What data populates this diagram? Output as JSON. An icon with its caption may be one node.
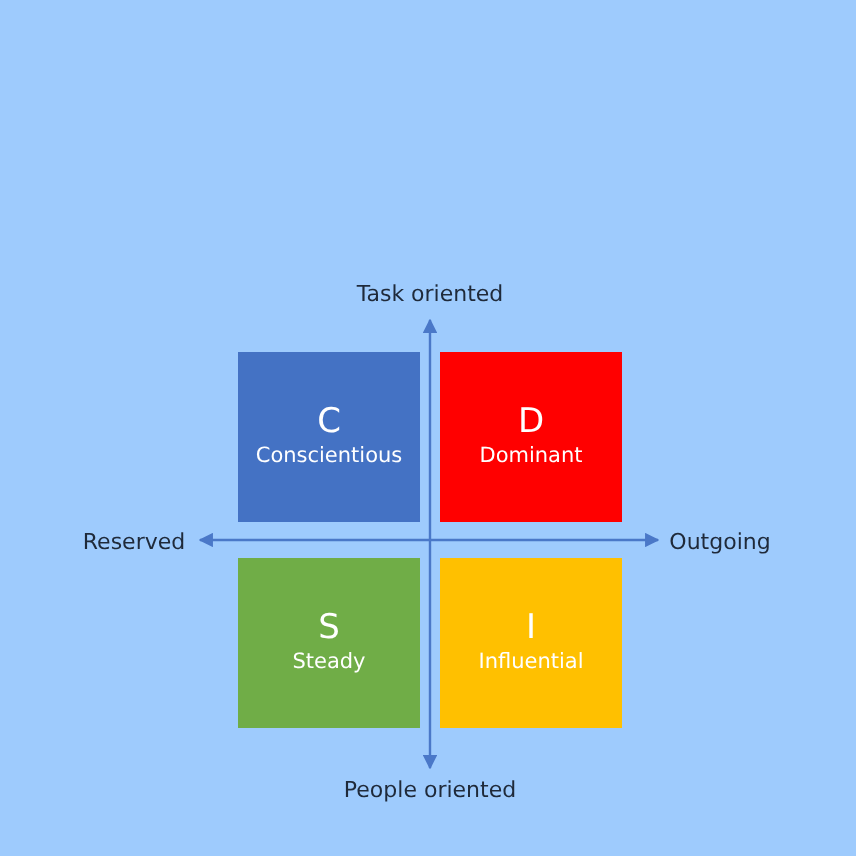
{
  "diagram": {
    "nodes": [
      {
        "text": [
          "C",
          "Conscientious"
        ]
      },
      {
        "text": [
          "D",
          "Dominant"
        ]
      },
      {
        "text": [
          "S",
          "Steady"
        ]
      },
      {
        "text": [
          "I",
          "Influential"
        ]
      }
    ],
    "labels": [
      "Task oriented",
      "Reserved",
      "Outgoing",
      "People oriented"
    ]
  }
}
